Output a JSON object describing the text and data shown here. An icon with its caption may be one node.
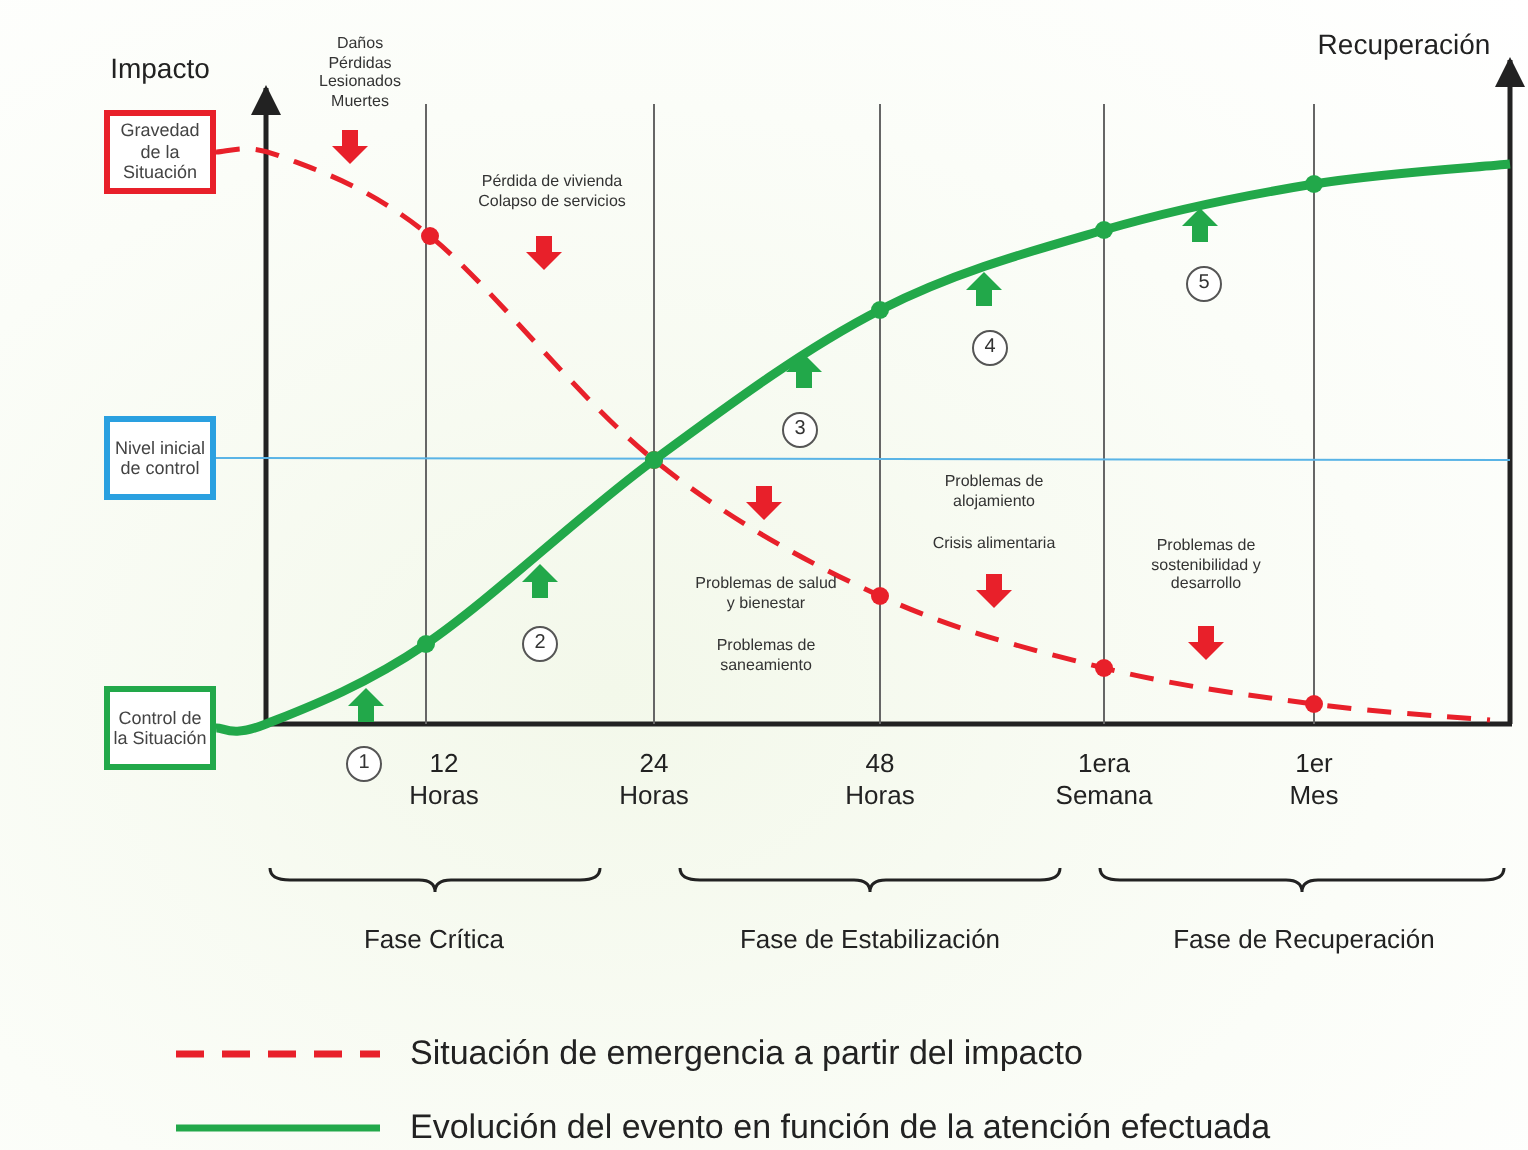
{
  "diagram": {
    "nodes": [
      {
        "text": [
          "Gravedad de la Situación"
        ]
      },
      {
        "text": [
          "Nivel inicial de control"
        ]
      },
      {
        "text": [
          "Control de la Situación"
        ]
      }
    ],
    "edges": [
      {
        "from": 0,
        "to": null,
        "arrow": "none",
        "style": "dashed",
        "color": "#e8202a"
      },
      {
        "from": 1,
        "to": null,
        "arrow": "none",
        "color": "#5ab4e6"
      },
      {
        "from": 2,
        "to": null,
        "arrow": "none",
        "style": "thick",
        "color": "#22a84a"
      }
    ],
    "labels": [
      "Impacto",
      "Recuperación",
      "Daños Pérdidas Lesionados Muertes",
      "Pérdida de vivienda Colapso de servicios",
      "5",
      "4",
      "3",
      "Problemas de alojamiento",
      "Crisis alimentaria",
      "Problemas de sostenibilidad y desarrollo",
      "Problemas de salud y bienestar",
      "2",
      "Problemas de saneamiento",
      "1",
      "12 Horas",
      "24 Horas",
      "48 Horas",
      "1era Semana",
      "1er Mes",
      "Fase Crítica",
      "Fase de Estabilización",
      "Fase de Recuperación"
    ],
    "legend": [
      {
        "text": "Situación de emergencia a partir del impacto"
      },
      {
        "text": "Evolución del evento en función de la atención efectuada"
      }
    ]
  }
}
